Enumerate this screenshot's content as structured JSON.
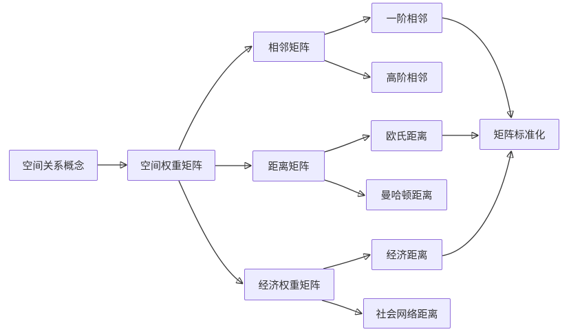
{
  "diagram": {
    "type": "flowchart-LR",
    "background_color": "#ffffff",
    "node_fill_color": "#ECECFF",
    "node_border_color": "#9370DB",
    "edge_color": "#333333",
    "text_color": "#333333"
  },
  "nodes": [
    {
      "id": "spatial-concept",
      "label": "空间关系概念"
    },
    {
      "id": "spatial-weight-matrix",
      "label": "空间权重矩阵"
    },
    {
      "id": "adjacency-matrix",
      "label": "相邻矩阵"
    },
    {
      "id": "first-order-adjacency",
      "label": "一阶相邻"
    },
    {
      "id": "high-order-adjacency",
      "label": "高阶相邻"
    },
    {
      "id": "distance-matrix",
      "label": "距离矩阵"
    },
    {
      "id": "euclidean-distance",
      "label": "欧氏距离"
    },
    {
      "id": "manhattan-distance",
      "label": "曼哈顿距离"
    },
    {
      "id": "economic-weight-matrix",
      "label": "经济权重矩阵"
    },
    {
      "id": "economic-distance",
      "label": "经济距离"
    },
    {
      "id": "social-network-distance",
      "label": "社会网络距离"
    },
    {
      "id": "matrix-normalization",
      "label": "矩阵标准化"
    }
  ],
  "edges": [
    {
      "from": "spatial-concept",
      "to": "spatial-weight-matrix"
    },
    {
      "from": "spatial-weight-matrix",
      "to": "adjacency-matrix"
    },
    {
      "from": "spatial-weight-matrix",
      "to": "distance-matrix"
    },
    {
      "from": "spatial-weight-matrix",
      "to": "economic-weight-matrix"
    },
    {
      "from": "adjacency-matrix",
      "to": "first-order-adjacency"
    },
    {
      "from": "adjacency-matrix",
      "to": "high-order-adjacency"
    },
    {
      "from": "distance-matrix",
      "to": "euclidean-distance"
    },
    {
      "from": "distance-matrix",
      "to": "manhattan-distance"
    },
    {
      "from": "economic-weight-matrix",
      "to": "economic-distance"
    },
    {
      "from": "economic-weight-matrix",
      "to": "social-network-distance"
    },
    {
      "from": "first-order-adjacency",
      "to": "matrix-normalization"
    },
    {
      "from": "euclidean-distance",
      "to": "matrix-normalization"
    },
    {
      "from": "economic-distance",
      "to": "matrix-normalization"
    }
  ]
}
